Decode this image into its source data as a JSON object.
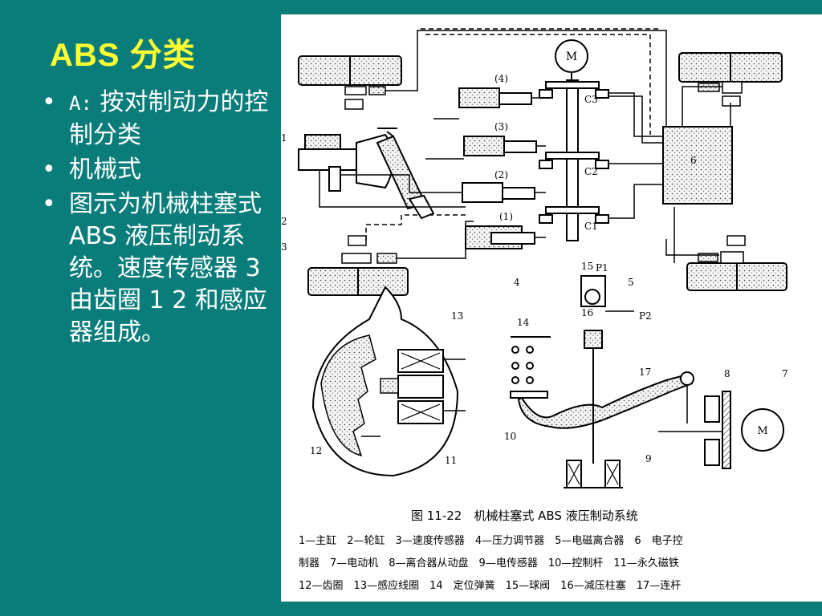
{
  "slide": {
    "title": "ABS 分类",
    "bullets": [
      {
        "prefix": "A:",
        "text": "按对制动力的控制分类"
      },
      {
        "prefix": "",
        "text": "机械式"
      },
      {
        "prefix": "",
        "text": "图示为机械柱塞式 ABS 液压制动系统。速度传感器 3 由齿圈 1 2 和感应器组成。"
      }
    ]
  },
  "figure": {
    "motor_label": "M",
    "ecu_label": "6",
    "modulators": [
      "(4)",
      "(3)",
      "(2)",
      "(1)"
    ],
    "clutch_labels": [
      "C3",
      "C2",
      "C1"
    ],
    "part_numbers": [
      "1",
      "2",
      "3",
      "4",
      "5",
      "6",
      "7",
      "8",
      "9",
      "10",
      "11",
      "12",
      "13",
      "14",
      "15",
      "16",
      "17"
    ],
    "pressure_labels": [
      "P1",
      "P2"
    ],
    "caption_title": "图 11-22　机械柱塞式 ABS 液压制动系统",
    "caption_lines": [
      "1—主缸　2—轮缸　3—速度传感器　4—压力调节器　5—电磁离合器　6　电子控",
      "制器　7—电动机　8—离合器从动盘　9—电传感器　10—控制杆　11—永久磁铁",
      "12—齿圈　13—感应线圈　14　定位弹簧　15—球阀　16—减压柱塞　17—连杆"
    ]
  }
}
